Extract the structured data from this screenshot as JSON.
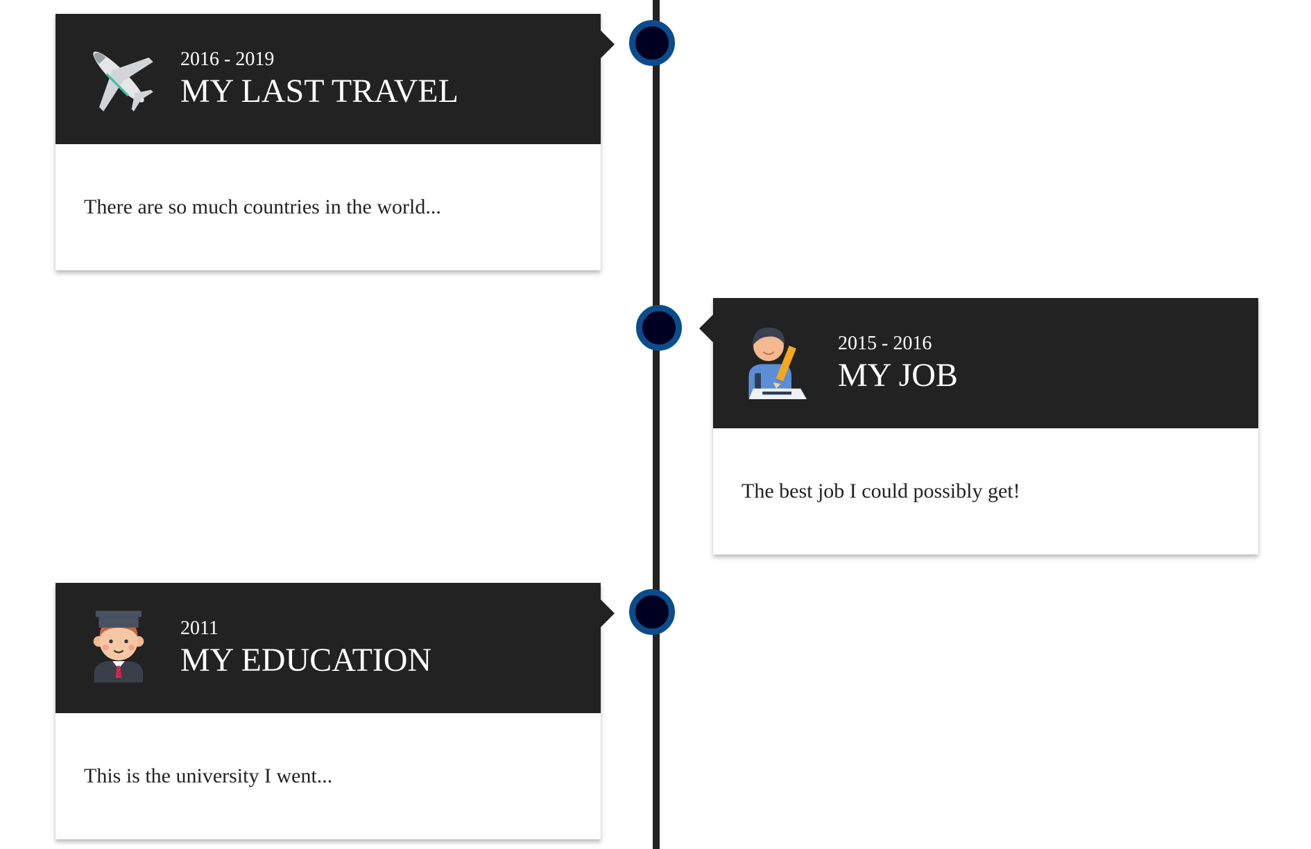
{
  "timeline": {
    "colors": {
      "line": "#222222",
      "dot_fill": "#000022",
      "dot_ring": "#0b4d8c",
      "card_header": "#222222",
      "card_body": "#ffffff"
    },
    "entries": [
      {
        "side": "left",
        "icon": "airplane-icon",
        "date": "2016 - 2019",
        "title": "MY LAST TRAVEL",
        "description": "There are so much countries in the world..."
      },
      {
        "side": "right",
        "icon": "worker-writing-icon",
        "date": "2015 - 2016",
        "title": "MY JOB",
        "description": "The best job I could possibly get!"
      },
      {
        "side": "left",
        "icon": "graduate-student-icon",
        "date": "2011",
        "title": "MY EDUCATION",
        "description": "This is the university I went..."
      }
    ]
  }
}
